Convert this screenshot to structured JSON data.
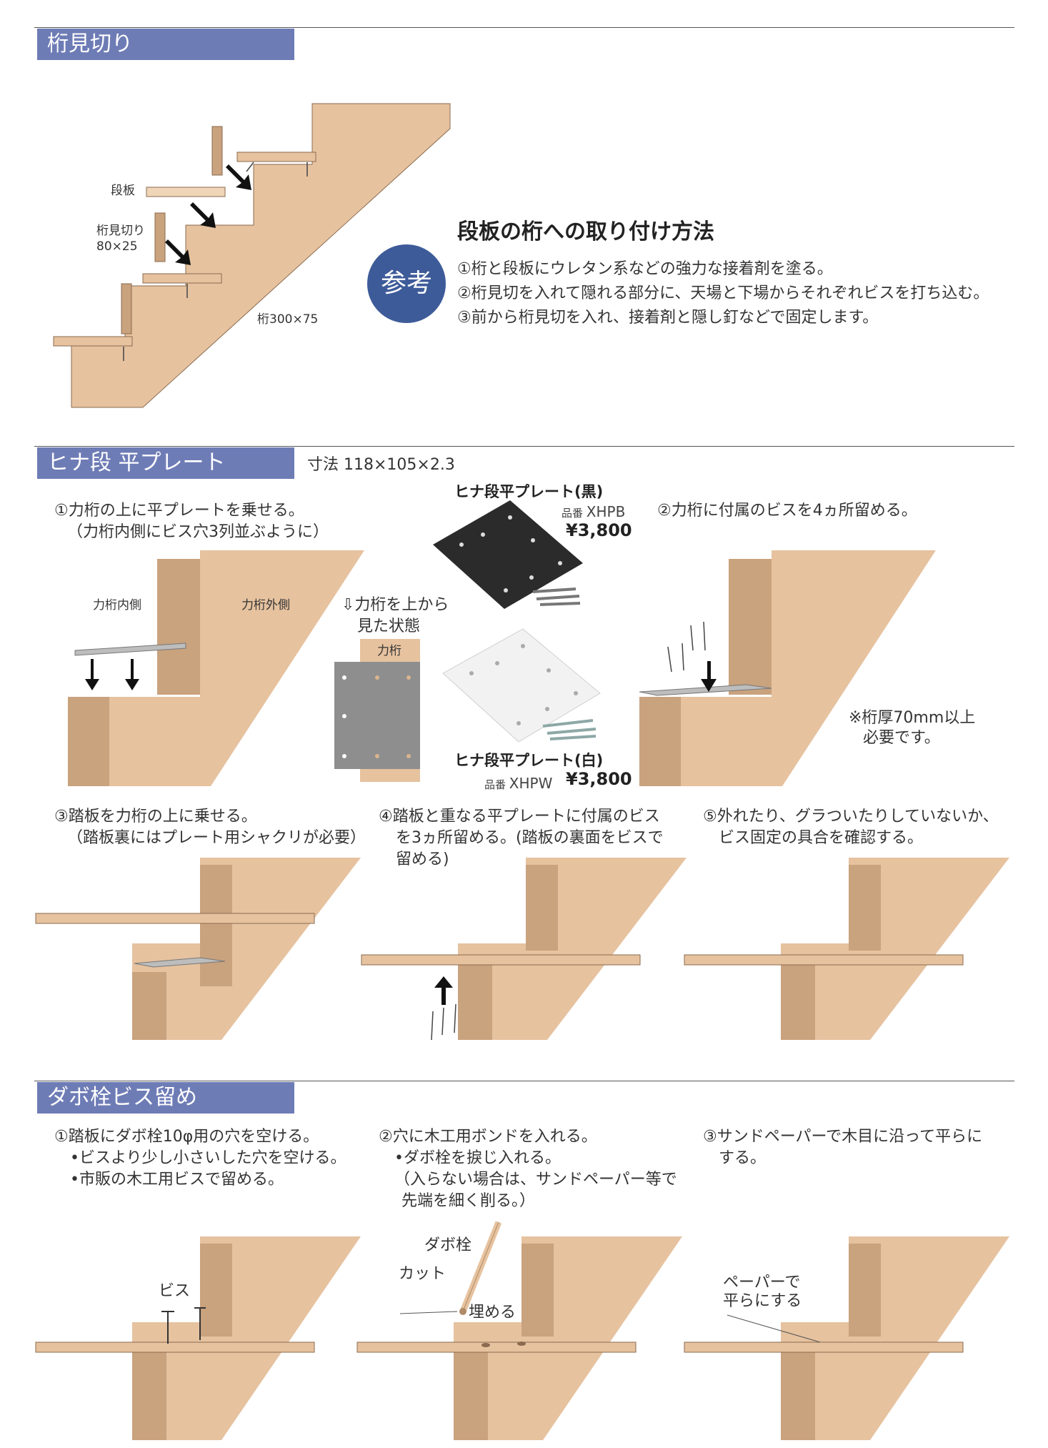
{
  "section1": {
    "title": "桁見切り",
    "labels": {
      "step_board": "段板",
      "mikiri_1": "桁見切り",
      "mikiri_2": "80×25",
      "stringer": "桁300×75"
    },
    "badge": "参考",
    "heading": "段板の桁への取り付け方法",
    "steps": [
      "①桁と段板にウレタン系などの強力な接着剤を塗る。",
      "②桁見切を入れて隠れる部分に、天場と下場からそれぞれビスを打ち込む。",
      "③前から桁見切を入れ、接着剤と隠し釘などで固定します。"
    ]
  },
  "section2": {
    "title": "ヒナ段 平プレート",
    "dimension": "寸法 118×105×2.3",
    "step1": [
      "①力桁の上に平プレートを乗せる。",
      "（力桁内側にビス穴3列並ぶように）"
    ],
    "inner_label": "力桁内側",
    "outer_label": "力桁外側",
    "topview": [
      "⇩力桁を上から",
      "見た状態"
    ],
    "chikara_label": "力桁",
    "black_plate": {
      "name": "ヒナ段平プレート(黒)",
      "code_label": "品番",
      "code": "XHPB",
      "price": "¥3,800",
      "color": "#2b2b2b"
    },
    "white_plate": {
      "name": "ヒナ段平プレート(白)",
      "code_label": "品番",
      "code": "XHPW",
      "price": "¥3,800",
      "color": "#f2f2f2"
    },
    "step2": "②力桁に付属のビスを4ヵ所留める。",
    "note": [
      "※桁厚70mm以上",
      "必要です。"
    ],
    "step3": [
      "③踏板を力桁の上に乗せる。",
      "（踏板裏にはプレート用シャクリが必要）"
    ],
    "step4": [
      "④踏板と重なる平プレートに付属のビス",
      "を3ヵ所留める。(踏板の裏面をビスで",
      "留める)"
    ],
    "step5": [
      "⑤外れたり、グラついたりしていないか、",
      "ビス固定の具合を確認する。"
    ]
  },
  "section3": {
    "title": "ダボ栓ビス留め",
    "step1": [
      "①踏板にダボ栓10φ用の穴を空ける。",
      "•ビスより少し小さいした穴を空ける。",
      "•市販の木工用ビスで留める。"
    ],
    "step2": [
      "②穴に木工用ボンドを入れる。",
      "•ダボ栓を捩じ入れる。",
      "（入らない場合は、サンドペーパー等で",
      "先端を細く削る。）"
    ],
    "step3": [
      "③サンドペーパーで木目に沿って平らに",
      "する。"
    ],
    "labels": {
      "screw": "ビス",
      "dowel": "ダボ栓",
      "cut": "カット",
      "embed": "埋める",
      "paper": [
        "ペーパーで",
        "平らにする"
      ]
    }
  },
  "colors": {
    "wood": "#e6c29f",
    "wood_dark": "#c9a27e",
    "accent_blue": "#6e7cb6",
    "badge": "#3e5b99"
  }
}
